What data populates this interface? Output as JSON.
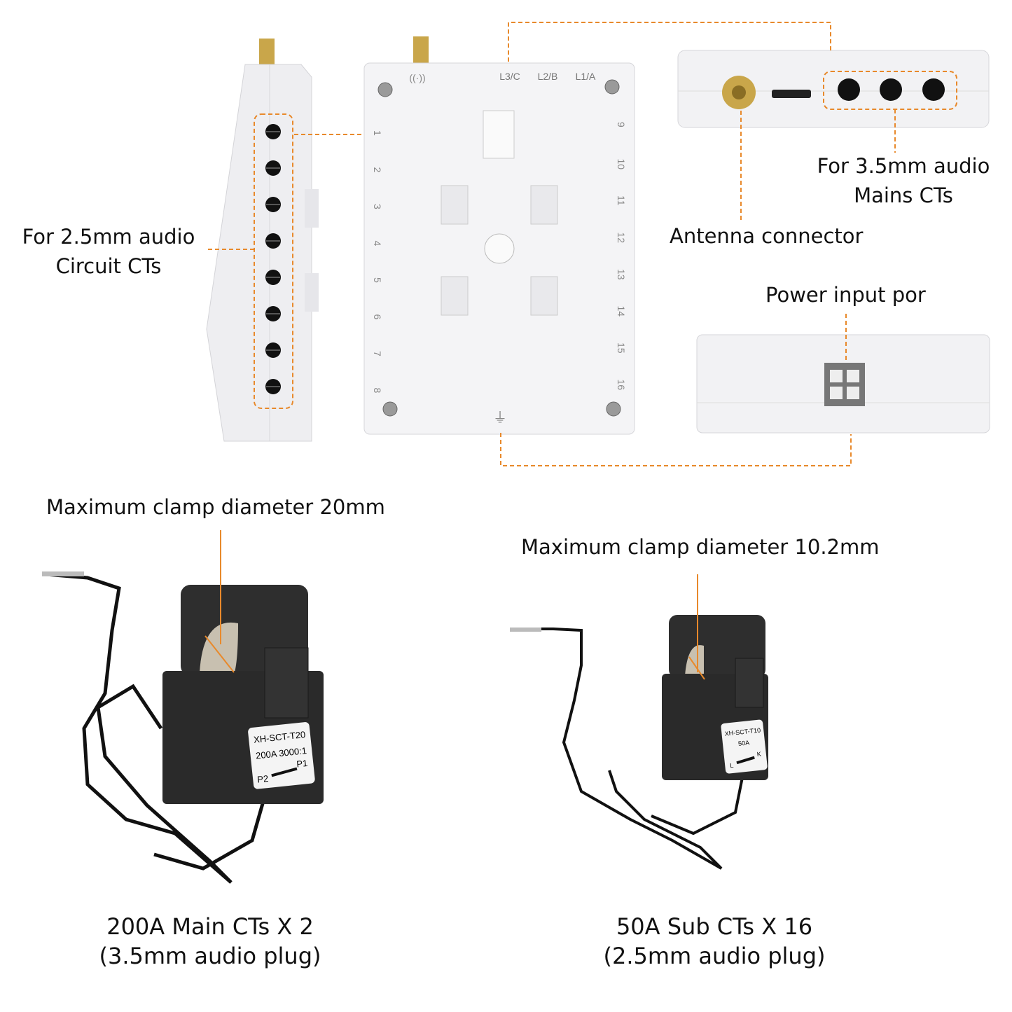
{
  "device": {
    "phase_labels": [
      "L3/C",
      "L2/B",
      "L1/A"
    ],
    "left_channels": [
      "1",
      "2",
      "3",
      "4",
      "5",
      "6",
      "7",
      "8"
    ],
    "right_channels": [
      "9",
      "10",
      "11",
      "12",
      "13",
      "14",
      "15",
      "16"
    ]
  },
  "annotations": {
    "circuit_cts": [
      "For 2.5mm audio",
      "Circuit CTs"
    ],
    "mains_cts": [
      "For 3.5mm audio",
      "Mains CTs"
    ],
    "antenna": "Antenna connector",
    "power": "Power input por",
    "clamp_large": "Maximum clamp diameter 20mm",
    "clamp_small": "Maximum clamp diameter 10.2mm"
  },
  "ct_main": {
    "label_model": "XH-SCT-T20",
    "label_rating": "200A 3000:1",
    "label_p1": "P1",
    "label_p2": "P2",
    "caption": [
      "200A Main CTs X 2",
      "(3.5mm audio plug)"
    ]
  },
  "ct_sub": {
    "label_model": "XH-SCT-T10",
    "label_rating": "50A",
    "label_l": "L",
    "label_k": "K",
    "caption": [
      "50A Sub CTs X 16",
      "(2.5mm audio plug)"
    ]
  },
  "colors": {
    "accent": "#e8892b",
    "device": "#f3f3f5",
    "ct": "#2a2a2a"
  }
}
